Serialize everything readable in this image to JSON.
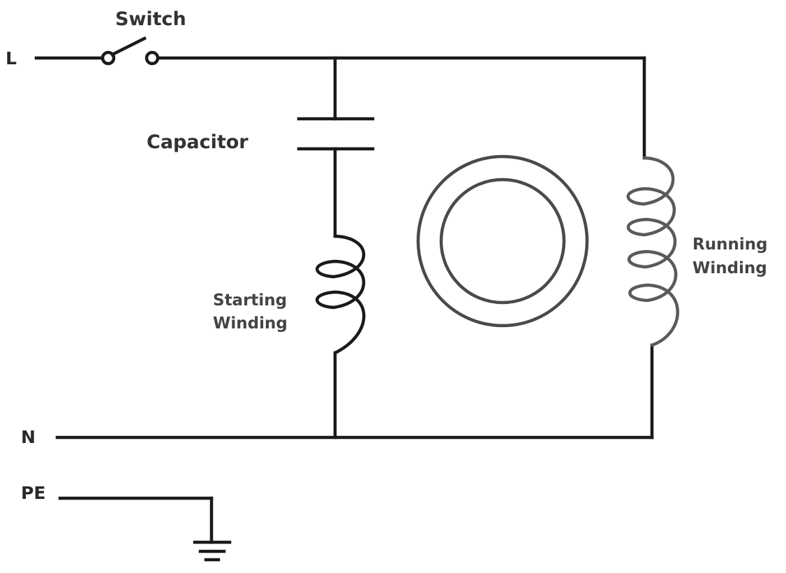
{
  "labels": {
    "line": "L",
    "neutral": "N",
    "earth": "PE",
    "switch": "Switch",
    "capacitor": "Capacitor",
    "starting_winding": [
      "Starting",
      "Winding"
    ],
    "running_winding": [
      "Running",
      "Winding"
    ]
  },
  "colors": {
    "wire": "#1a1a1a",
    "text": "#333333",
    "running_coil": "#5a5a5a",
    "motor_rings": "#4a4a4a",
    "background": "#ffffff"
  }
}
